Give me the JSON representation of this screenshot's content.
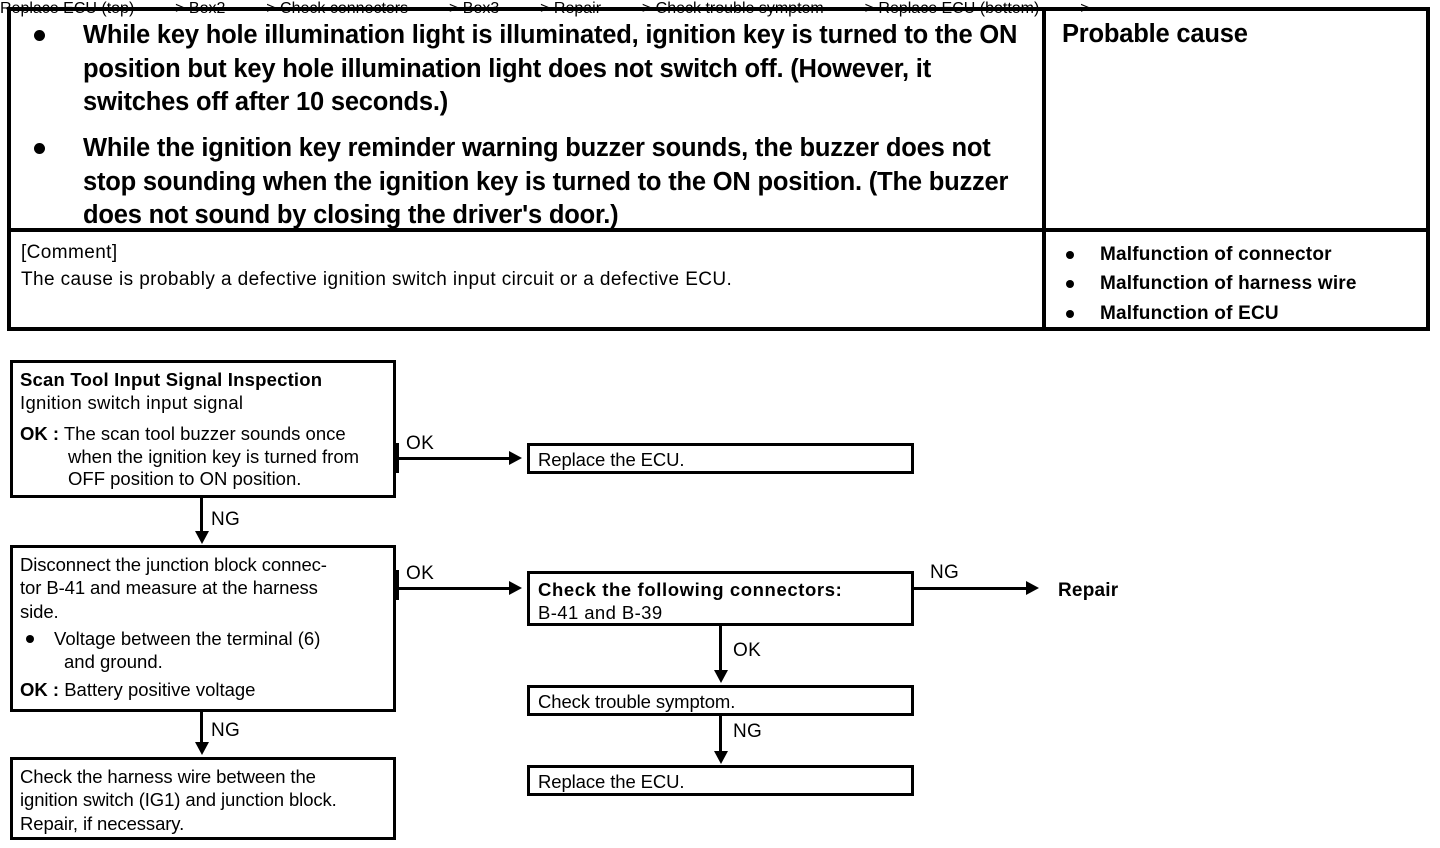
{
  "symptom_table": {
    "symptoms": [
      "While key hole illumination light is illuminated, ignition key is turned to the ON position but key hole illumination light does not switch off.  (However, it switches off after 10 seconds.)",
      "While the ignition key reminder warning buzzer sounds, the buzzer does not stop sounding when the ignition key is turned to the ON position. (The buzzer does not sound by closing the driver's door.)"
    ],
    "probable_cause_header": "Probable cause",
    "comment": {
      "label": "[Comment]",
      "text": "The cause is probably a defective ignition switch input circuit or a defective ECU."
    },
    "probable_causes": [
      "Malfunction of connector",
      "Malfunction of harness wire",
      "Malfunction of ECU"
    ]
  },
  "flowchart": {
    "box_scan_tool": {
      "header": "Scan Tool Input Signal Inspection",
      "subheader": "Ignition switch input signal",
      "ok_label": "OK :",
      "ok_line1": "The scan tool buzzer sounds once",
      "ok_line2": "when the ignition key is turned from",
      "ok_line3": "OFF position to ON position."
    },
    "box_disconnect": {
      "line1": "Disconnect the junction block connec-",
      "line2": "tor B-41 and measure at the harness",
      "line3": "side.",
      "bullet_line1": "Voltage between the terminal (6)",
      "bullet_line2": "and ground.",
      "ok_label": "OK :",
      "ok_text": "Battery positive voltage"
    },
    "box_check_harness": {
      "line1": "Check the harness wire between the",
      "line2": "ignition switch (IG1) and junction block.",
      "line3": "Repair, if necessary."
    },
    "box_replace_ecu_1": "Replace the ECU.",
    "box_check_connectors": {
      "line1": "Check  the  following  connectors:",
      "line2": "B-41 and B-39"
    },
    "box_check_symptom": "Check trouble symptom.",
    "box_replace_ecu_2": "Replace the ECU.",
    "repair_label": "Repair",
    "edges": {
      "scan_ok": "OK",
      "scan_ng": "NG",
      "disconnect_ok": "OK",
      "disconnect_ng": "NG",
      "connectors_ng": "NG",
      "connectors_ok": "OK",
      "symptom_ng": "NG"
    }
  }
}
